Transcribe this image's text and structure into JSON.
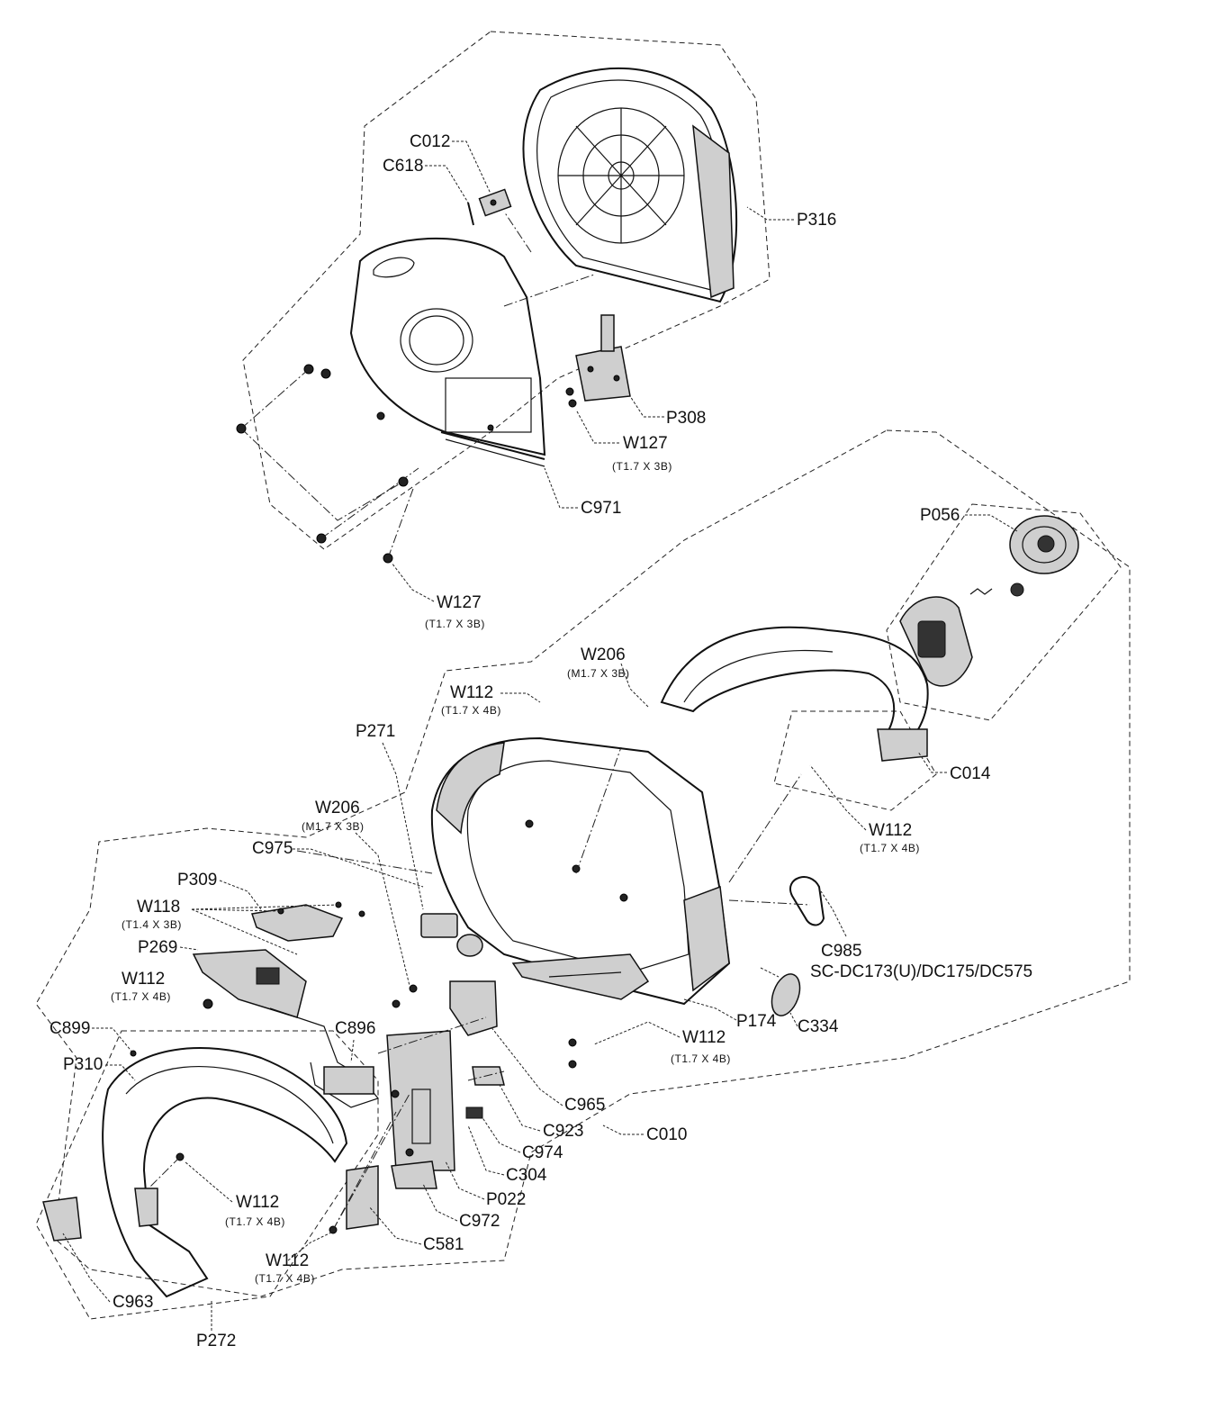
{
  "labels": {
    "c012": "C012",
    "c618": "C618",
    "p316": "P316",
    "p308": "P308",
    "w127_top": "W127",
    "w127_top_spec": "(T1.7 X 3B)",
    "c971": "C971",
    "w127_bottom": "W127",
    "w127_bottom_spec": "(T1.7 X 3B)",
    "p056": "P056",
    "w206_top": "W206",
    "w206_top_spec": "(M1.7 X 3B)",
    "w112_top": "W112",
    "w112_top_spec": "(T1.7 X 4B)",
    "p271": "P271",
    "c014": "C014",
    "w112_right": "W112",
    "w112_right_spec": "(T1.7 X 4B)",
    "w206_mid": "W206",
    "w206_mid_spec": "(M1.7 X 3B)",
    "c975": "C975",
    "p309": "P309",
    "w118": "W118",
    "w118_spec": "(T1.4 X 3B)",
    "p269": "P269",
    "w112_left": "W112",
    "w112_left_spec": "(T1.7 X 4B)",
    "c985": "C985",
    "models": "SC-DC173(U)/DC175/DC575",
    "c899": "C899",
    "c896": "C896",
    "p174": "P174",
    "c334": "C334",
    "w112_lower": "W112",
    "w112_lower_spec": "(T1.7 X 4B)",
    "p310": "P310",
    "c965": "C965",
    "c923": "C923",
    "c010": "C010",
    "c974": "C974",
    "c304": "C304",
    "p022": "P022",
    "w112_handle": "W112",
    "w112_handle_spec": "(T1.7 X 4B)",
    "c972": "C972",
    "c581": "C581",
    "w112_bottom": "W112",
    "w112_bottom_spec": "(T1.7 X 4B)",
    "c963": "C963",
    "p272": "P272"
  }
}
